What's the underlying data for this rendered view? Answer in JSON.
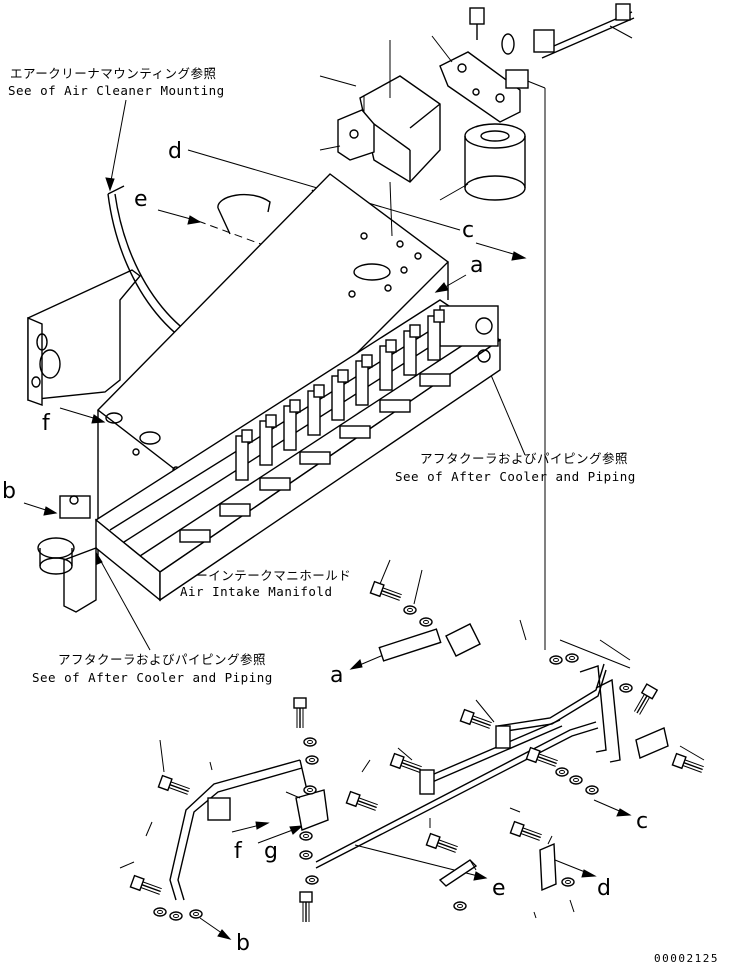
{
  "callouts": {
    "air_cleaner_jp": "エアークリーナマウンティング参照",
    "air_cleaner_en": "See of Air Cleaner Mounting",
    "after_cooler_right_jp": "アフタクーラおよびパイピング参照",
    "after_cooler_right_en": "See of After Cooler and Piping",
    "intake_manifold_jp": "エアーインテークマニホールド",
    "intake_manifold_en": "Air Intake Manifold",
    "after_cooler_left_jp": "アフタクーラおよびパイピング参照",
    "after_cooler_left_en": "See of After Cooler and Piping"
  },
  "reference_letters": {
    "a": "a",
    "b": "b",
    "c": "c",
    "d": "d",
    "e": "e",
    "f": "f",
    "g": "g"
  },
  "drawing_code": "00002125"
}
